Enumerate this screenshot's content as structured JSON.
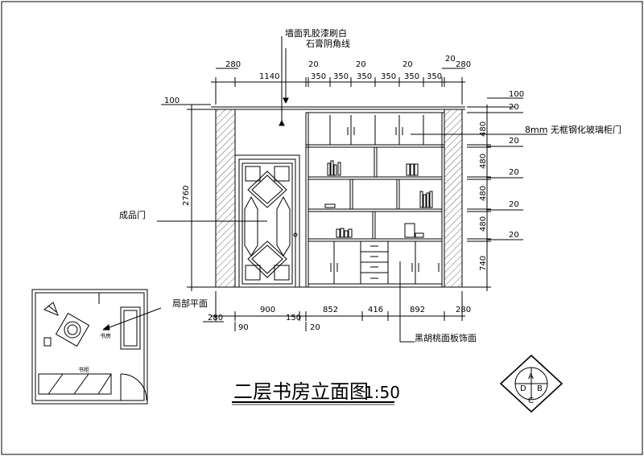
{
  "title": {
    "main": "二层书房立面图",
    "scale": "1:50"
  },
  "annotations": {
    "wall_finish": "墙面乳胶漆刷白",
    "plaster_line": "石膏阴角线",
    "glass_door": "8mm  无框钢化玻璃柜门",
    "finished_door": "成品门",
    "partial_plan": "局部平面",
    "walnut_veneer": "黑胡桃面板饰面"
  },
  "dimensions": {
    "top": [
      "280",
      "1140",
      "20",
      "350",
      "350",
      "20",
      "350",
      "350",
      "20",
      "350",
      "350",
      "20",
      "280"
    ],
    "bottom": [
      "280",
      "900",
      "852",
      "416",
      "892",
      "280",
      "90",
      "150",
      "20"
    ],
    "left_height": "2760",
    "left_top": "100",
    "right": [
      "100",
      "20",
      "480",
      "20",
      "480",
      "20",
      "480",
      "20",
      "480",
      "20",
      "740"
    ]
  },
  "plan": {
    "room_label": "书房",
    "shelf_label": "书柜"
  },
  "section_symbol": {
    "letters": [
      "A",
      "B",
      "C",
      "D"
    ]
  }
}
